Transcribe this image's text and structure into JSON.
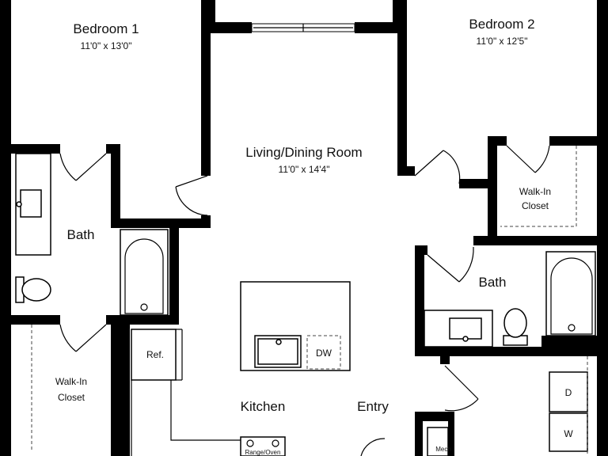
{
  "rooms": {
    "bedroom1": {
      "name": "Bedroom 1",
      "dims": "11'0\" x 13'0\""
    },
    "bedroom2": {
      "name": "Bedroom 2",
      "dims": "11'0\" x 12'5\""
    },
    "living": {
      "name": "Living/Dining Room",
      "dims": "11'0\" x 14'4\""
    },
    "bath_left": {
      "name": "Bath"
    },
    "bath_right": {
      "name": "Bath"
    },
    "walkin_right": {
      "line1": "Walk-In",
      "line2": "Closet"
    },
    "walkin_left": {
      "line1": "Walk-In",
      "line2": "Closet"
    },
    "kitchen": {
      "name": "Kitchen"
    },
    "entry": {
      "name": "Entry"
    }
  },
  "fixtures": {
    "refrigerator": "Ref.",
    "dishwasher": "DW",
    "range": "Range/Oven",
    "mechanical": "Mech",
    "dryer": "D",
    "washer": "W"
  },
  "colors": {
    "wall": "#000000",
    "background": "#ffffff",
    "text": "#111111"
  }
}
